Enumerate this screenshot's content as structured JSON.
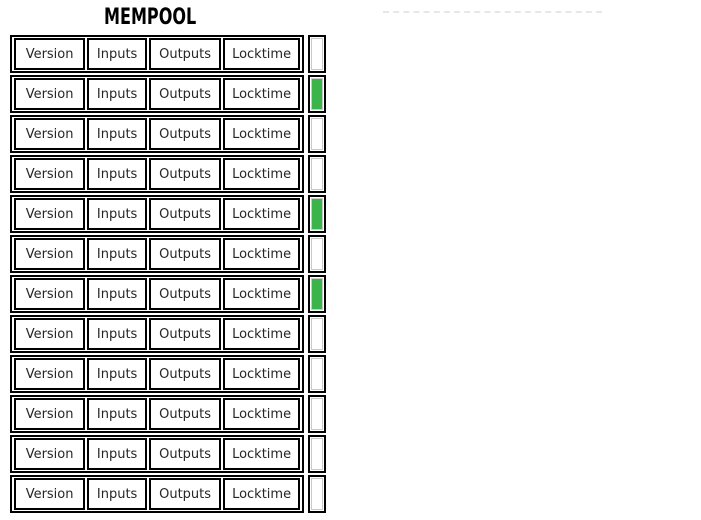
{
  "title": "MEMPOOL",
  "colors": {
    "marker_green": "#3bb54a",
    "marker_white": "#ffffff",
    "box_border": "#000000",
    "dashed_line": "#e7e7e7"
  },
  "rows": [
    {
      "cells": [
        "Version",
        "Inputs",
        "Outputs",
        "Locktime"
      ],
      "marker": "white"
    },
    {
      "cells": [
        "Version",
        "Inputs",
        "Outputs",
        "Locktime"
      ],
      "marker": "green"
    },
    {
      "cells": [
        "Version",
        "Inputs",
        "Outputs",
        "Locktime"
      ],
      "marker": "white"
    },
    {
      "cells": [
        "Version",
        "Inputs",
        "Outputs",
        "Locktime"
      ],
      "marker": "white"
    },
    {
      "cells": [
        "Version",
        "Inputs",
        "Outputs",
        "Locktime"
      ],
      "marker": "green"
    },
    {
      "cells": [
        "Version",
        "Inputs",
        "Outputs",
        "Locktime"
      ],
      "marker": "white"
    },
    {
      "cells": [
        "Version",
        "Inputs",
        "Outputs",
        "Locktime"
      ],
      "marker": "green"
    },
    {
      "cells": [
        "Version",
        "Inputs",
        "Outputs",
        "Locktime"
      ],
      "marker": "white"
    },
    {
      "cells": [
        "Version",
        "Inputs",
        "Outputs",
        "Locktime"
      ],
      "marker": "white"
    },
    {
      "cells": [
        "Version",
        "Inputs",
        "Outputs",
        "Locktime"
      ],
      "marker": "white"
    },
    {
      "cells": [
        "Version",
        "Inputs",
        "Outputs",
        "Locktime"
      ],
      "marker": "white"
    },
    {
      "cells": [
        "Version",
        "Inputs",
        "Outputs",
        "Locktime"
      ],
      "marker": "white"
    }
  ]
}
